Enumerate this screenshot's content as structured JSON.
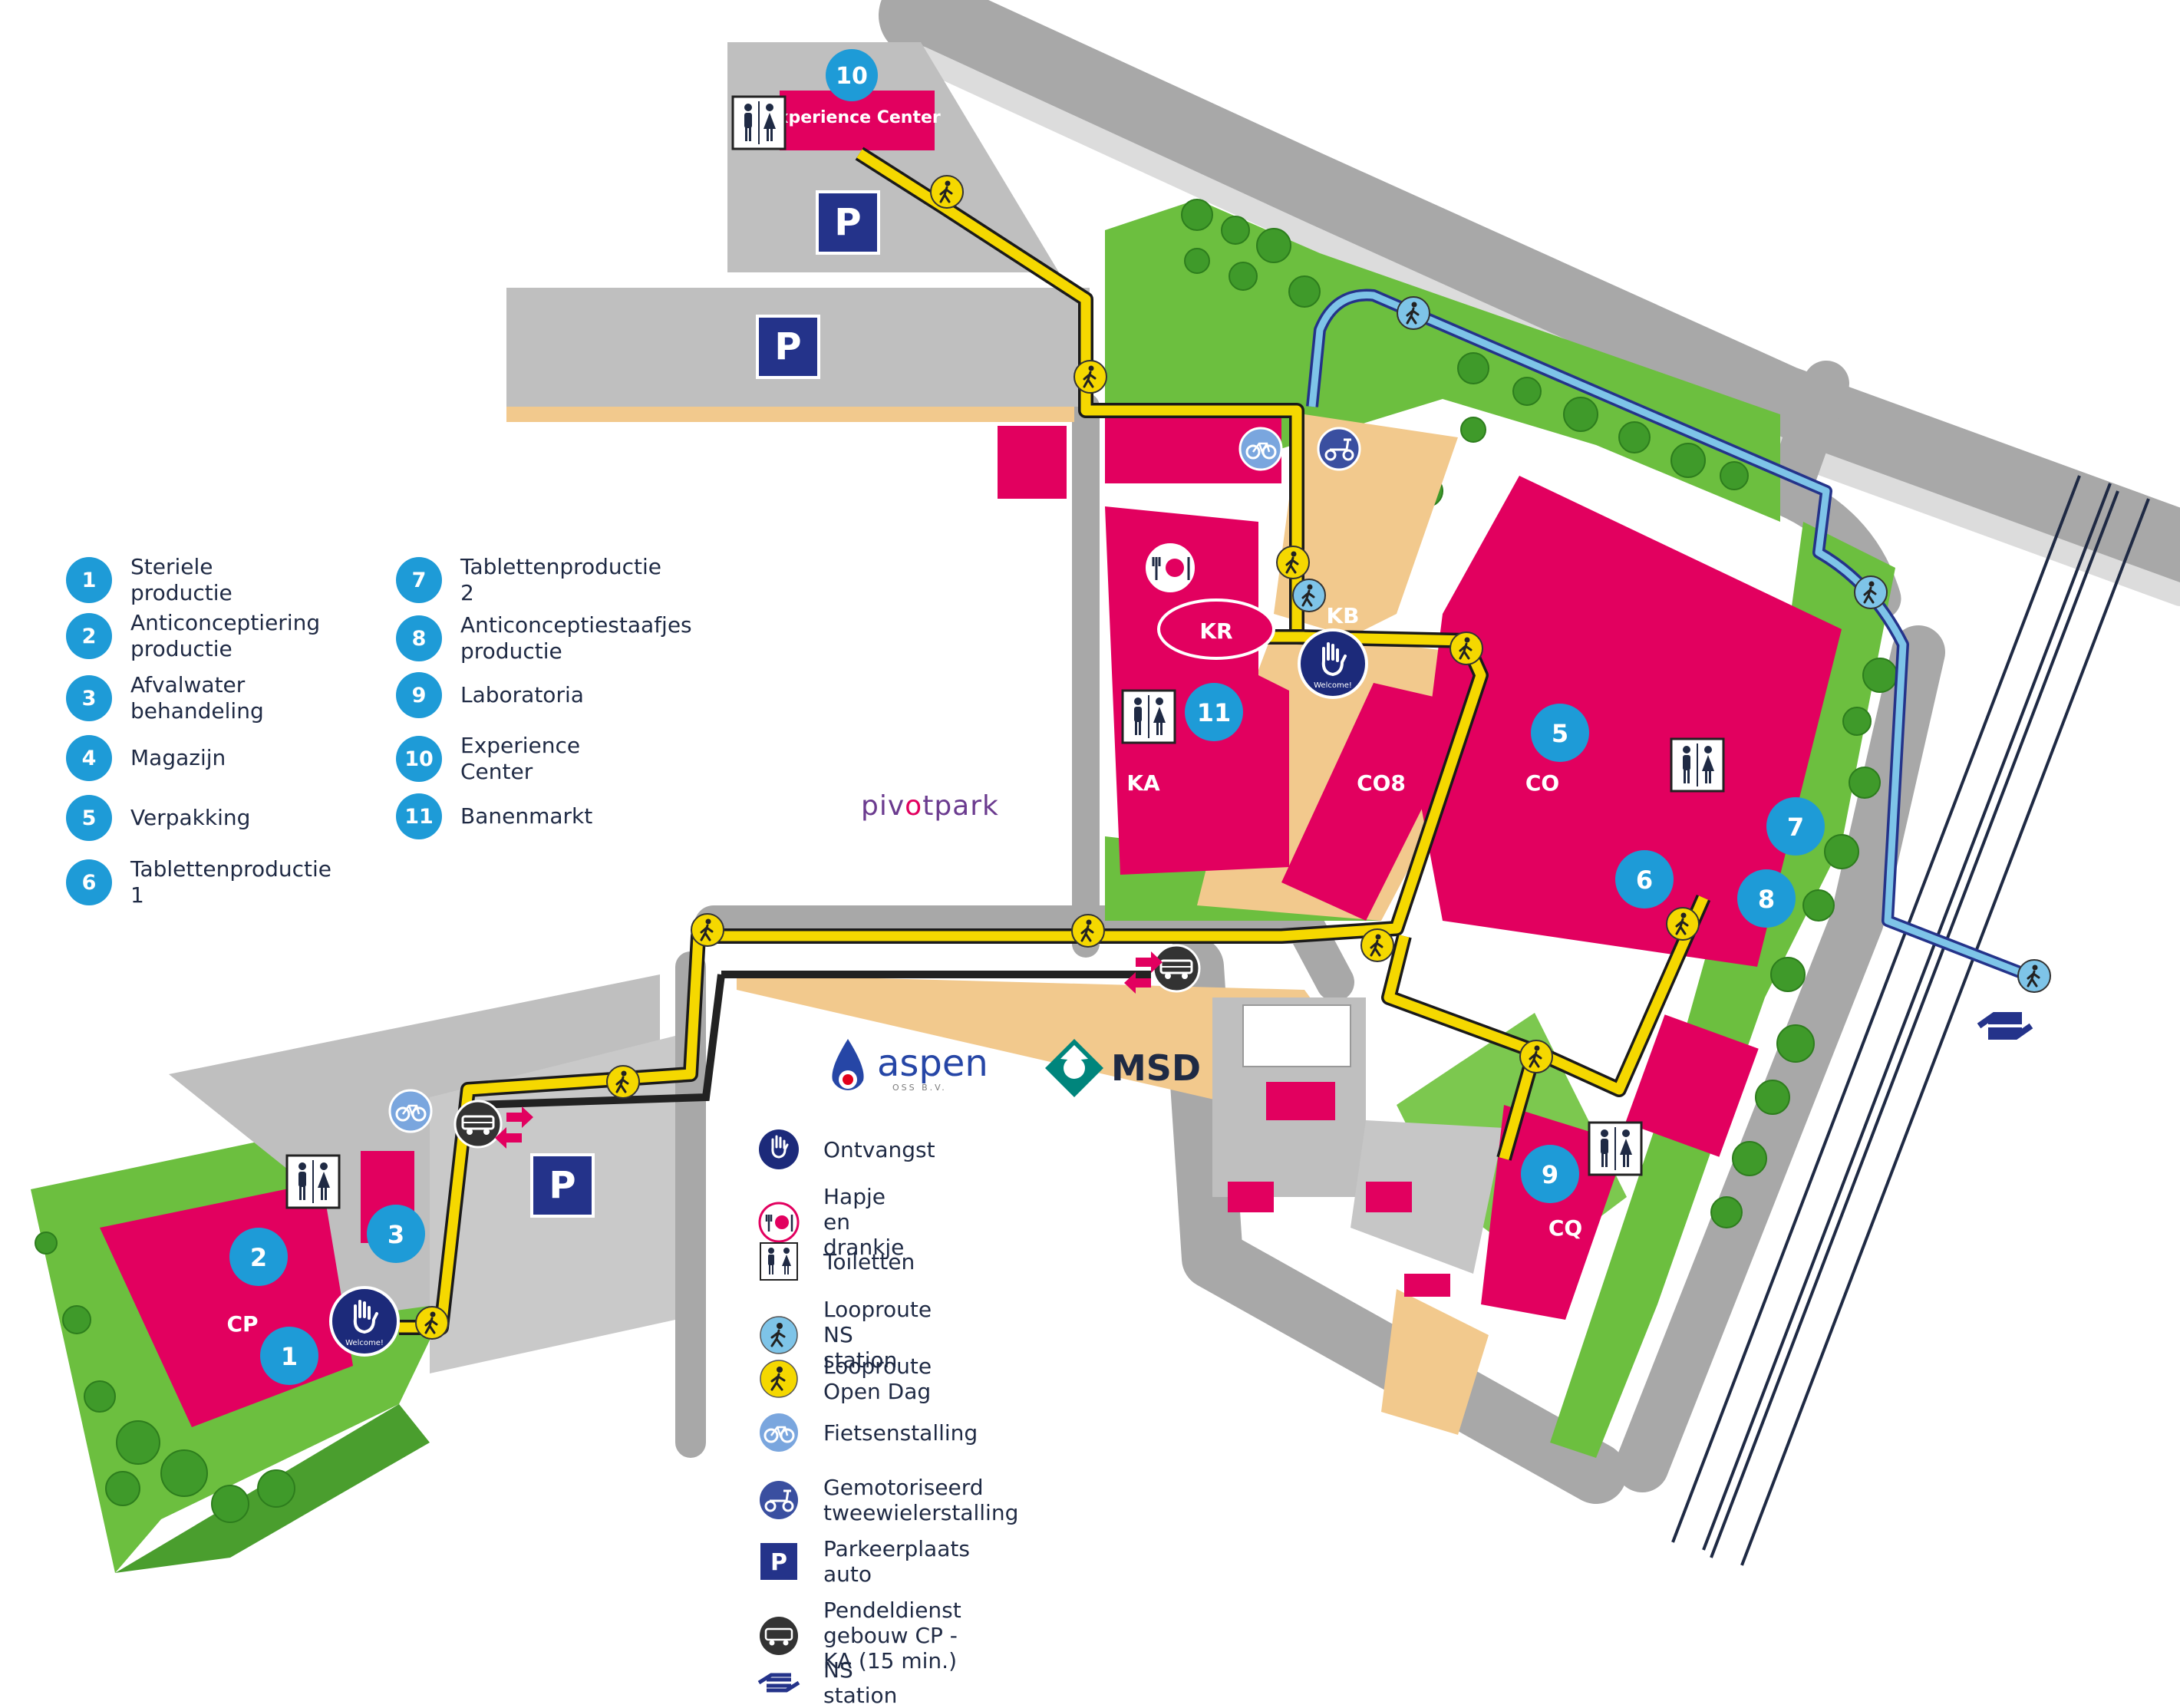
{
  "colors": {
    "building": "#e2005f",
    "badge": "#1e9bd7",
    "route_open_day": "#f5d800",
    "route_ns": "#7ec4e8",
    "grass": "#6cbf3f",
    "road": "#a8a8a8",
    "sand": "#f2c98d",
    "parking_sign": "#24338a",
    "welcome": "#1c2a7a",
    "shuttle": "#333333"
  },
  "map": {
    "buildings": {
      "kr": "KR",
      "kb": "KB",
      "ka": "KA",
      "co8": "CO8",
      "co": "CO",
      "cq": "CQ",
      "cp": "CP",
      "experience_center": "Experience Center"
    },
    "badges": [
      "1",
      "2",
      "3",
      "5",
      "6",
      "7",
      "8",
      "9",
      "10",
      "11"
    ],
    "welcome_label": "Welcome!",
    "parking_letter": "P",
    "icons": [
      "walker-icon",
      "bicycle-icon",
      "scooter-icon",
      "toilet-icon",
      "food-drink-icon",
      "welcome-hand-icon",
      "shuttle-icon",
      "ns-logo-icon"
    ]
  },
  "legend": {
    "numbered": [
      {
        "num": "1",
        "label": "Steriele productie"
      },
      {
        "num": "2",
        "label": "Anticonceptiering productie"
      },
      {
        "num": "3",
        "label": "Afvalwater behandeling"
      },
      {
        "num": "4",
        "label": "Magazijn"
      },
      {
        "num": "5",
        "label": "Verpakking"
      },
      {
        "num": "6",
        "label": "Tablettenproductie 1"
      },
      {
        "num": "7",
        "label": "Tablettenproductie 2"
      },
      {
        "num": "8",
        "label": "Anticonceptiestaafjes productie"
      },
      {
        "num": "9",
        "label": "Laboratoria"
      },
      {
        "num": "10",
        "label": "Experience Center"
      },
      {
        "num": "11",
        "label": "Banenmarkt"
      }
    ],
    "symbols": [
      {
        "icon": "welcome-hand-icon",
        "label": "Ontvangst"
      },
      {
        "icon": "food-drink-icon",
        "label": "Hapje en drankje"
      },
      {
        "icon": "toilet-icon",
        "label": "Toiletten"
      },
      {
        "icon": "walker-blue-icon",
        "label": "Looproute NS station"
      },
      {
        "icon": "walker-yellow-icon",
        "label": "Looproute Open Dag"
      },
      {
        "icon": "bicycle-icon",
        "label": "Fietsenstalling"
      },
      {
        "icon": "scooter-icon",
        "label": "Gemotoriseerd tweewielerstalling"
      },
      {
        "icon": "parking-icon",
        "label": "Parkeerplaats auto"
      },
      {
        "icon": "shuttle-icon",
        "label": "Pendeldienst gebouw CP - KA (15 min.)"
      },
      {
        "icon": "ns-logo-icon",
        "label": "NS station"
      }
    ]
  },
  "logos": {
    "pivotpark": {
      "before": "piv",
      "middle": "o",
      "after": "tpark"
    },
    "aspen": {
      "name": "aspen",
      "sub": "OSS   B.V."
    },
    "msd": "MSD"
  }
}
